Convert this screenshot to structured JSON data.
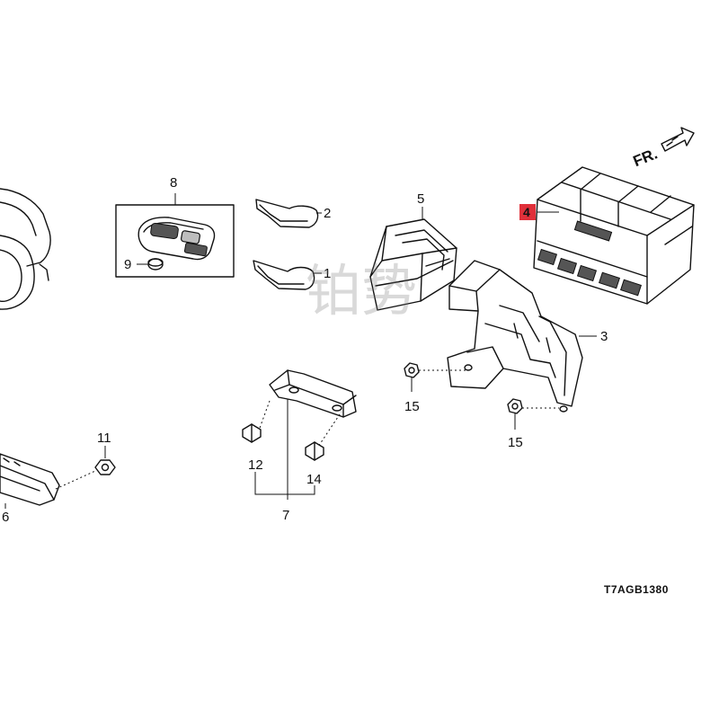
{
  "callouts": {
    "p2": "2",
    "p1": "1",
    "p3": "3",
    "p4": "4",
    "p5": "5",
    "p6": "6",
    "p7": "7",
    "p8": "8",
    "p9": "9",
    "p11": "11",
    "p12": "12",
    "p14": "14",
    "p15a": "15",
    "p15b": "15"
  },
  "direction_label": "FR.",
  "diagram_code": "T7AGB1380",
  "watermark": "铂势",
  "highlight_color": "#e0303a"
}
